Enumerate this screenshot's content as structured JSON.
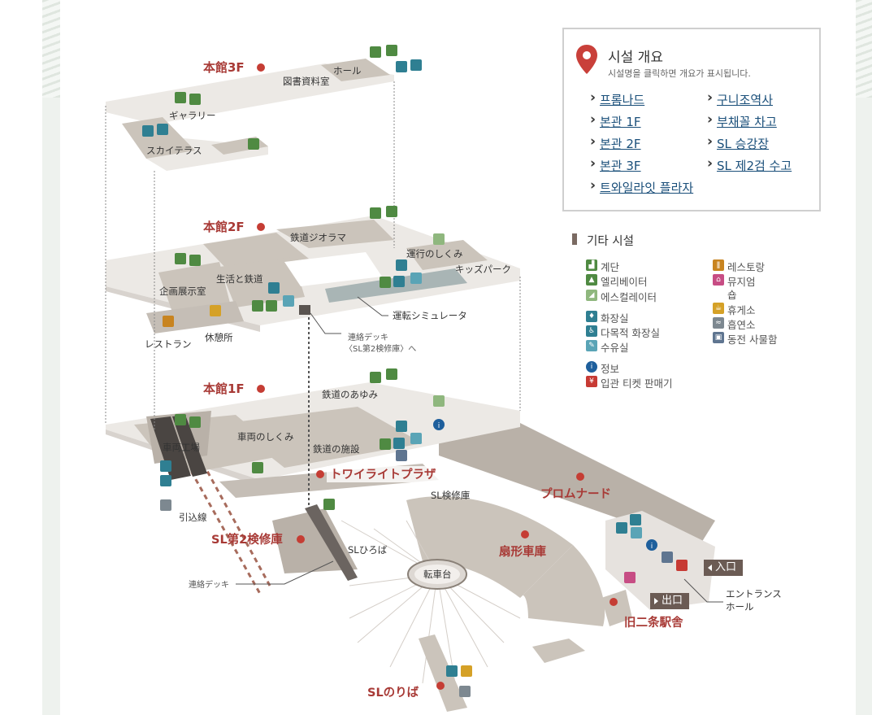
{
  "info": {
    "title": "시설 개요",
    "subtitle": "시설명을 클릭하면 개요가 표시됩니다.",
    "links": [
      {
        "label": "프롬나드"
      },
      {
        "label": "구니조역사"
      },
      {
        "label": "본관 1F"
      },
      {
        "label": "부채꼴 차고"
      },
      {
        "label": "본관 2F"
      },
      {
        "label": "SL 승강장"
      },
      {
        "label": "본관 3F"
      },
      {
        "label": "SL 제2검 수고"
      },
      {
        "label": "트와일라잇 플라자"
      }
    ]
  },
  "legend": {
    "title": "기타 시설",
    "items": [
      {
        "label": "계단",
        "icon": "stairs-icon",
        "color": "#4f8a42"
      },
      {
        "label": "엘리베이터",
        "icon": "elevator-icon",
        "color": "#4f8a42"
      },
      {
        "label": "에스컬레이터",
        "icon": "escalator-icon",
        "color": "#8fb77e"
      },
      {
        "label": "화장실",
        "icon": "restroom-icon",
        "color": "#2f7f92"
      },
      {
        "label": "다목적 화장실",
        "icon": "accessible-restroom-icon",
        "color": "#2f7f92"
      },
      {
        "label": "수유실",
        "icon": "nursing-room-icon",
        "color": "#5aa4b6"
      },
      {
        "label": "정보",
        "icon": "info-icon",
        "color": "#1e5f9c"
      },
      {
        "label": "입관 티켓 판매기",
        "icon": "ticket-machine-icon",
        "color": "#c73a34"
      },
      {
        "label": "레스토랑",
        "icon": "restaurant-icon",
        "color": "#c88420"
      },
      {
        "label": "뮤지엄",
        "icon": "museum-shop-icon",
        "color": "#c74d84"
      },
      {
        "label": "숍",
        "icon": "",
        "color": ""
      },
      {
        "label": "휴게소",
        "icon": "rest-area-icon",
        "color": "#d5a127"
      },
      {
        "label": "흡연소",
        "icon": "smoking-area-icon",
        "color": "#7d8890"
      },
      {
        "label": "동전 사물함",
        "icon": "coin-locker-icon",
        "color": "#5f7590"
      }
    ]
  },
  "map": {
    "floors": [
      {
        "label": "本館3F"
      },
      {
        "label": "本館2F"
      },
      {
        "label": "本館1F"
      }
    ],
    "rooms3f": [
      "ホール",
      "図書資料室",
      "ギャラリー",
      "スカイテラス"
    ],
    "rooms2f": [
      "鉄道ジオラマ",
      "運行のしくみ",
      "キッズパーク",
      "生活と鉄道",
      "企画展示室",
      "レストラン",
      "休憩所",
      "運転シミュレータ",
      "連絡デッキ",
      "〈SL第2検修庫〉へ"
    ],
    "rooms1f": [
      "鉄道のあゆみ",
      "車両のしくみ",
      "車両工場",
      "鉄道の施設",
      "引込線"
    ],
    "outdoor": [
      "SL検修庫",
      "SLひろば",
      "転車台",
      "連絡デッキ",
      "エントランス",
      "ホール"
    ],
    "places": [
      {
        "label": "トワイライトプラザ"
      },
      {
        "label": "プロムナード"
      },
      {
        "label": "SL第2検修庫"
      },
      {
        "label": "扇形車庫"
      },
      {
        "label": "旧二条駅舎"
      },
      {
        "label": "SLのりば"
      }
    ],
    "gates": {
      "entrance": "入口",
      "exit": "出口"
    },
    "colors": {
      "accent": "#a83a36",
      "floor": "#ece9e5",
      "room": "#cbc4bb",
      "walkway": "#b9b1a8"
    }
  }
}
